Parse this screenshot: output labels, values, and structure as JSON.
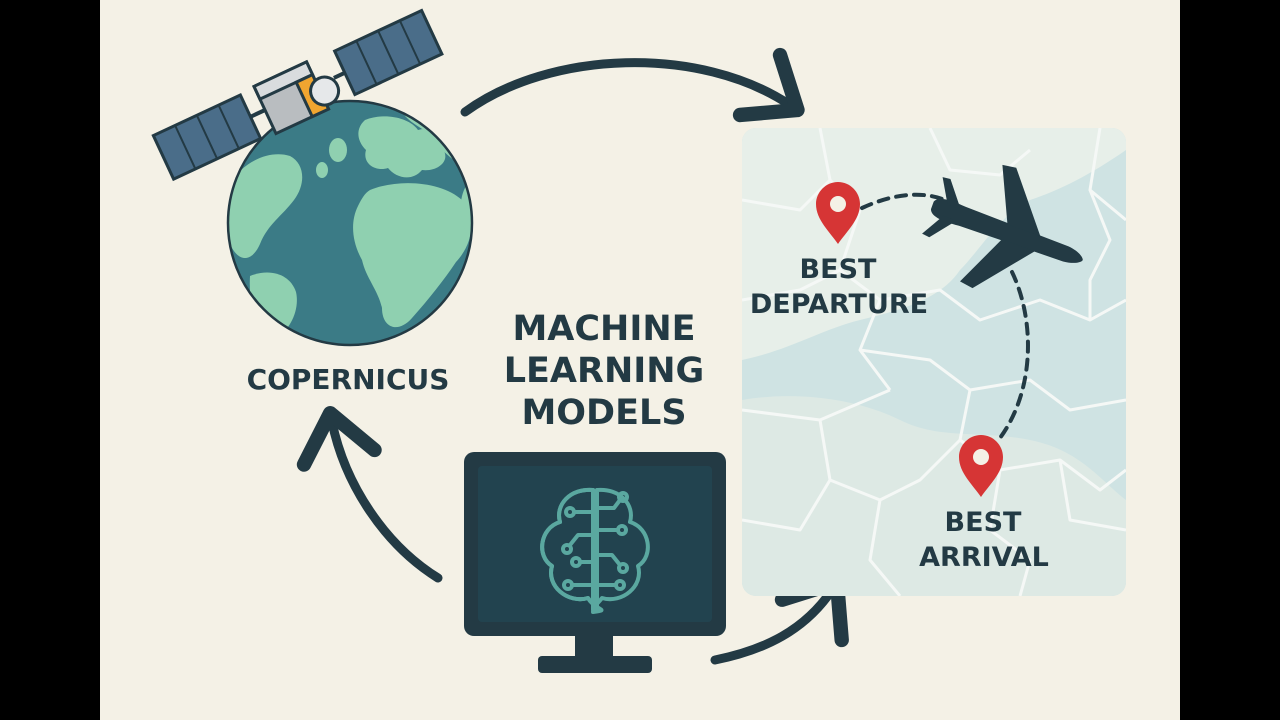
{
  "labels": {
    "satellite_source": "COPERNICUS",
    "ml_title_line1": "MACHINE",
    "ml_title_line2": "LEARNING",
    "ml_title_line3": "MODELS",
    "departure_line1": "BEST",
    "departure_line2": "DEPARTURE",
    "arrival_line1": "BEST",
    "arrival_line2": "ARRIVAL"
  },
  "colors": {
    "background": "#f4f1e6",
    "ink": "#233a44",
    "ocean": "#3b7b86",
    "land": "#8fd0b0",
    "map_bg": "#cfe3e3",
    "map_light": "#e7efe9",
    "pin": "#d63535",
    "satellite_panel": "#4a6d89",
    "satellite_accent": "#f0a530",
    "monitor_screen": "#22434f",
    "brain_stroke": "#5aa8a0"
  },
  "icons": [
    "satellite-icon",
    "globe-icon",
    "monitor-icon",
    "brain-icon",
    "airplane-icon",
    "location-pin-icon"
  ]
}
